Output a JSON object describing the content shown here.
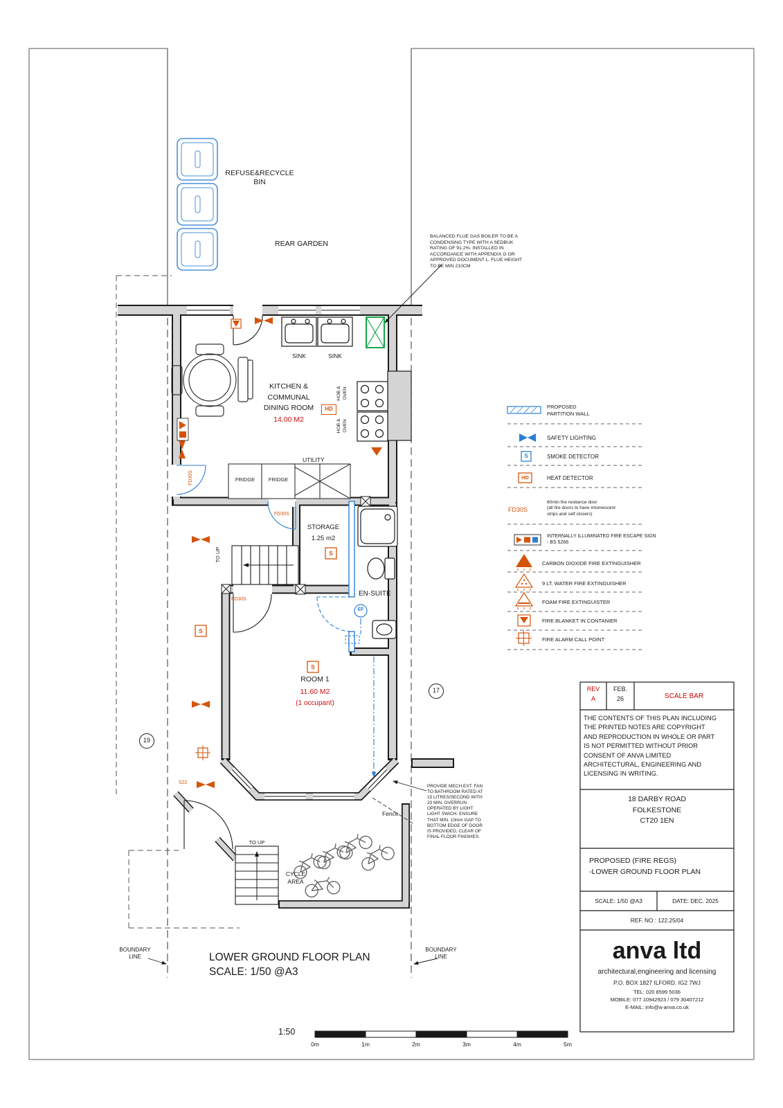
{
  "plan": {
    "refuse_bin_label": "REFUSE&RECYCLE\nBIN",
    "rear_garden": "REAR GARDEN",
    "boiler_note": "BALANCED FLUE GAS BOILER TO BE A\nCONDENSING TYPE WITH A SEDBUK\nRATING OF 91.2%. INSTALLED IN\nACCORDANCE WITH APPENDIX G OR\nAPPROVED DOCUMENT L. FLUE HEIGHT\nTO BE MIN 210CM",
    "sink1": "SINK",
    "sink2": "SINK",
    "kitchen_title": "KITCHEN &\nCOMMUNAL\nDINING ROOM",
    "kitchen_area": "14.00 M2",
    "hob_oven_1": "HOB &\nOVEN",
    "hob_oven_2": "HOB &\nOVEN",
    "hd_marker": "HD",
    "s_marker": "S",
    "ef_marker": "EF",
    "utility": "UTILITY",
    "fridge_1": "FRIDGE",
    "fridge_2": "FRIDGE",
    "fd30s_left": "FD30S",
    "fd30s_storage": "FD30S",
    "fd30s_room1": "FD30S",
    "storage_title": "STORAGE",
    "storage_area": "1.25 m2",
    "to_up_1": "TO UP",
    "to_up_2": "TO UP",
    "en_suite": "EN-SUITE",
    "room1_title": "ROOM 1",
    "room1_area": "11.60 M2",
    "room1_occupancy": "(1 occupant)",
    "ref_17": "17",
    "ref_19": "19",
    "s22": "S22",
    "fence": "Fence",
    "mech_fan_note": "PROVIDE MECH.EXT. FAN\nTO BATHROOM RATED AT\n15 LITRES/SECOND WITH\n20 MIN. OVERRUN .\nOPERATED BY LIGHT\nLIGHT SWICH. ENSURE\nTHAT MIN. 10mm GAP TO\nBOTTOM EDGE OF DOOR\nIS PROVIDED, CLEAR OF\nFINAL FLOOR FINISHES.",
    "cycle_area": "CYCLE\nAREA",
    "boundary_left": "BOUNDARY\nLINE",
    "boundary_right": "BOUNDARY\nLINE",
    "plan_title": "LOWER GROUND FLOOR PLAN",
    "plan_scale": "SCALE: 1/50 @A3",
    "scale_ratio": "1:50",
    "scale_ticks": [
      "0m",
      "1m",
      "2m",
      "3m",
      "4m",
      "5m"
    ]
  },
  "legend": {
    "items": [
      {
        "id": "partition",
        "label": "PROPOSED\nPARTITION WALL"
      },
      {
        "id": "safety-lighting",
        "label": "SAFETY LIGHTING"
      },
      {
        "id": "smoke-detector",
        "symbol": "S",
        "label": "SMOKE DETECTOR"
      },
      {
        "id": "heat-detector",
        "symbol": "HD",
        "label": "HEAT DETECTOR"
      },
      {
        "id": "fire-door",
        "symbol": "FD30S",
        "label": "60min fire resitance door\n(all fire doors to have intumescent\nstrips and self closers)"
      },
      {
        "id": "escape-sign",
        "label": "INTERNALLY ILLUMINATED FIRE ESCAPE SIGN\n- BS 5266"
      },
      {
        "id": "co2-extinguisher",
        "label": "CARBON DIOXIDE FIRE EXTINGUISHER"
      },
      {
        "id": "water-extinguisher",
        "label": "9 LT. WATER FIRE EXTINGUISHER"
      },
      {
        "id": "foam-extinguisher",
        "label": "FOAM FIRE EXTINGUISTER"
      },
      {
        "id": "fire-blanket",
        "label": "FIRE BLANKET IN CONTANIER"
      },
      {
        "id": "fire-alarm",
        "label": "FIRE ALARM CALL POINT"
      }
    ]
  },
  "title_block": {
    "rev_label": "REV\nA",
    "rev_date": "FEB.\n26",
    "scale_bar": "SCALE BAR",
    "copyright": "THE CONTENTS OF THIS PLAN INCLUDING\nTHE PRINTED NOTES ARE COPYRIGHT\nAND REPRODUCTION IN WHOLE OR PART\nIS NOT PERMITTED WITHOUT PRIOR\nCONSENT OF ANVA LIMITED\nARCHITECTURAL, ENGINEERING AND\nLICENSING IN WRITING.",
    "address": "18 DARBY ROAD\nFOLKESTONE\nCT20 1EN",
    "project": "PROPOSED (FIRE REGS)\n-LOWER GROUND FLOOR PLAN",
    "scale": "SCALE:  1/50 @A3",
    "date": "DATE:  DEC. 2025",
    "ref_no": "REF. NO :  122.25/04",
    "company": "anva ltd",
    "tagline": "architectural,engineering and licensing",
    "po_box": "P.O. BOX 1827 ILFORD. IG2 7WJ",
    "tel": "TEL: 020 8599 5036",
    "mobile": "MOBILE: 077 10942923  /  079 30407212",
    "email": "E-MAIL: info@a-anva.co.uk"
  }
}
